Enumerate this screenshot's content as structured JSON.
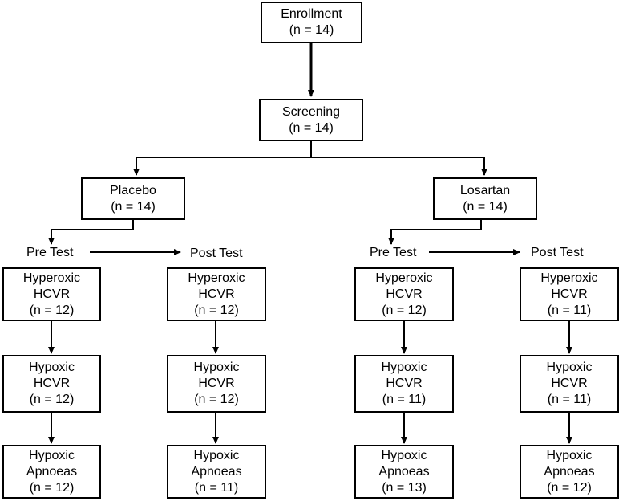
{
  "enrollment": {
    "title": "Enrollment",
    "n": "(n = 14)"
  },
  "screening": {
    "title": "Screening",
    "n": "(n = 14)"
  },
  "placebo": {
    "title": "Placebo",
    "n": "(n = 14)",
    "pre_test": {
      "label": "Pre Test",
      "hyperoxic": {
        "l1": "Hyperoxic",
        "l2": "HCVR",
        "n": "(n = 12)"
      },
      "hypoxic": {
        "l1": "Hypoxic",
        "l2": "HCVR",
        "n": "(n = 12)"
      },
      "apnoeas": {
        "l1": "Hypoxic",
        "l2": "Apnoeas",
        "n": "(n = 12)"
      }
    },
    "post_test": {
      "label": "Post Test",
      "hyperoxic": {
        "l1": "Hyperoxic",
        "l2": "HCVR",
        "n": "(n = 12)"
      },
      "hypoxic": {
        "l1": "Hypoxic",
        "l2": "HCVR",
        "n": "(n = 12)"
      },
      "apnoeas": {
        "l1": "Hypoxic",
        "l2": "Apnoeas",
        "n": "(n = 11)"
      }
    }
  },
  "losartan": {
    "title": "Losartan",
    "n": "(n = 14)",
    "pre_test": {
      "label": "Pre Test",
      "hyperoxic": {
        "l1": "Hyperoxic",
        "l2": "HCVR",
        "n": "(n = 12)"
      },
      "hypoxic": {
        "l1": "Hypoxic",
        "l2": "HCVR",
        "n": "(n = 11)"
      },
      "apnoeas": {
        "l1": "Hypoxic",
        "l2": "Apnoeas",
        "n": "(n = 13)"
      }
    },
    "post_test": {
      "label": "Post Test",
      "hyperoxic": {
        "l1": "Hyperoxic",
        "l2": "HCVR",
        "n": "(n = 11)"
      },
      "hypoxic": {
        "l1": "Hypoxic",
        "l2": "HCVR",
        "n": "(n = 11)"
      },
      "apnoeas": {
        "l1": "Hypoxic",
        "l2": "Apnoeas",
        "n": "(n = 12)"
      }
    }
  }
}
